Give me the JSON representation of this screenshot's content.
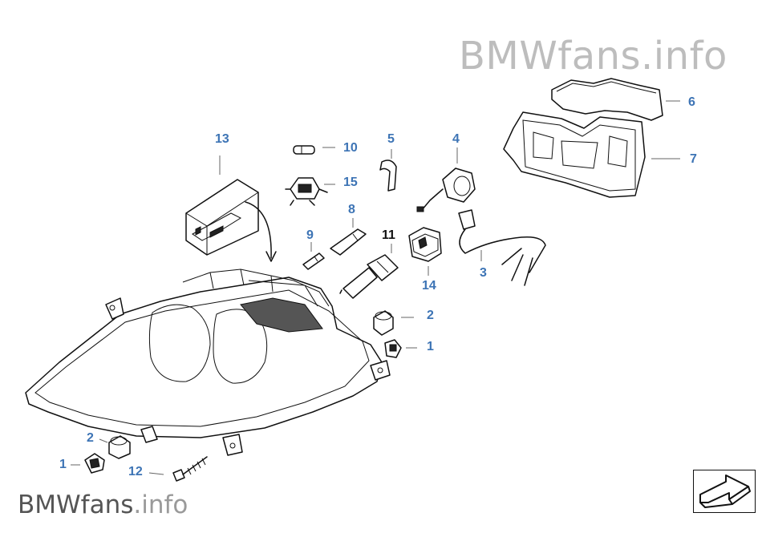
{
  "watermark_top": {
    "brand": "BMWfans",
    "suffix": ".info"
  },
  "watermark_bottom": {
    "brand": "BMWfans",
    "suffix": ".info"
  },
  "labels": [
    {
      "id": "l6",
      "text": "6"
    },
    {
      "id": "l7",
      "text": "7"
    },
    {
      "id": "l13",
      "text": "13"
    },
    {
      "id": "l10",
      "text": "10"
    },
    {
      "id": "l5",
      "text": "5"
    },
    {
      "id": "l4",
      "text": "4"
    },
    {
      "id": "l15",
      "text": "15"
    },
    {
      "id": "l8",
      "text": "8"
    },
    {
      "id": "l9",
      "text": "9"
    },
    {
      "id": "l11",
      "text": "11"
    },
    {
      "id": "l14",
      "text": "14"
    },
    {
      "id": "l3",
      "text": "3"
    },
    {
      "id": "l2a",
      "text": "2"
    },
    {
      "id": "l1a",
      "text": "1"
    },
    {
      "id": "l2b",
      "text": "2"
    },
    {
      "id": "l1b",
      "text": "1"
    },
    {
      "id": "l12",
      "text": "12"
    }
  ],
  "colors": {
    "label": "#3d74b5",
    "label_black": "#111111",
    "watermark": "#bdbdbd"
  },
  "nav": {
    "icon": "arrow-return-icon"
  }
}
